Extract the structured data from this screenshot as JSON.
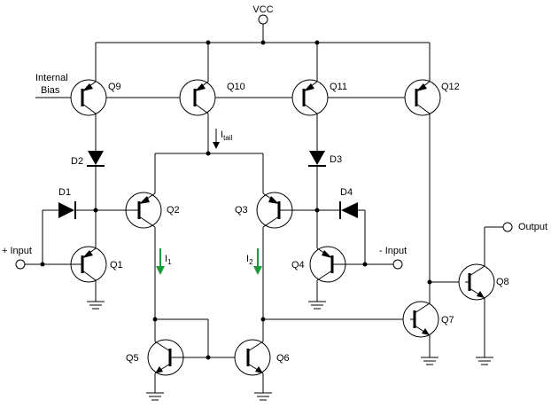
{
  "vcc": "VCC",
  "internal_bias": [
    "Internal",
    "Bias"
  ],
  "plus_input": "+ Input",
  "minus_input": "- Input",
  "output": "Output",
  "transistors": {
    "q1": "Q1",
    "q2": "Q2",
    "q3": "Q3",
    "q4": "Q4",
    "q5": "Q5",
    "q6": "Q6",
    "q7": "Q7",
    "q8": "Q8",
    "q9": "Q9",
    "q10": "Q10",
    "q11": "Q11",
    "q12": "Q12"
  },
  "diodes": {
    "d1": "D1",
    "d2": "D2",
    "d3": "D3",
    "d4": "D4"
  },
  "currents": {
    "tail": {
      "main": "I",
      "sub": "tail"
    },
    "i1": {
      "main": "I",
      "sub": "1"
    },
    "i2": {
      "main": "I",
      "sub": "2"
    }
  },
  "colors": {
    "wire": "#000000",
    "current_arrow": "#1a9a3a"
  }
}
